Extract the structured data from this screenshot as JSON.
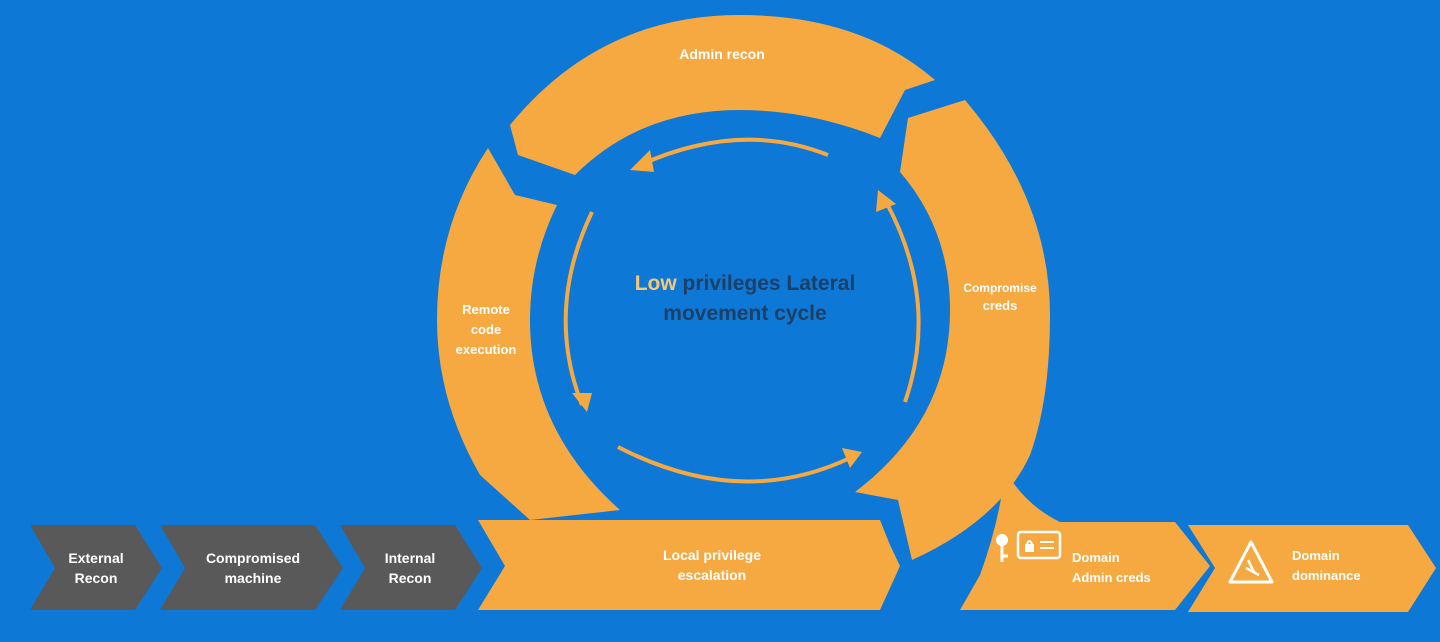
{
  "colors": {
    "background": "#0e78d6",
    "orange": "#f7a941",
    "gray": "#595959",
    "dark_text": "#1c3f66",
    "white": "#ffffff"
  },
  "cycle": {
    "title_highlight": "Low",
    "title_rest_line1": " privileges Lateral",
    "title_line2": "movement cycle",
    "segments": {
      "admin_recon": "Admin recon",
      "compromise_creds": [
        "Compromise",
        "creds"
      ],
      "remote_code_execution": [
        "Remote",
        "code",
        "execution"
      ]
    }
  },
  "chain": {
    "external_recon": [
      "External",
      "Recon"
    ],
    "compromised_machine": [
      "Compromised",
      "machine"
    ],
    "internal_recon": [
      "Internal",
      "Recon"
    ],
    "local_privilege_escalation": [
      "Local privilege",
      "escalation"
    ],
    "domain_admin_creds": [
      "Domain",
      "Admin creds"
    ],
    "domain_dominance": [
      "Domain",
      "dominance"
    ]
  },
  "icons": {
    "credentials": "id-card-key-icon",
    "dominance": "warning-triangle-icon"
  }
}
